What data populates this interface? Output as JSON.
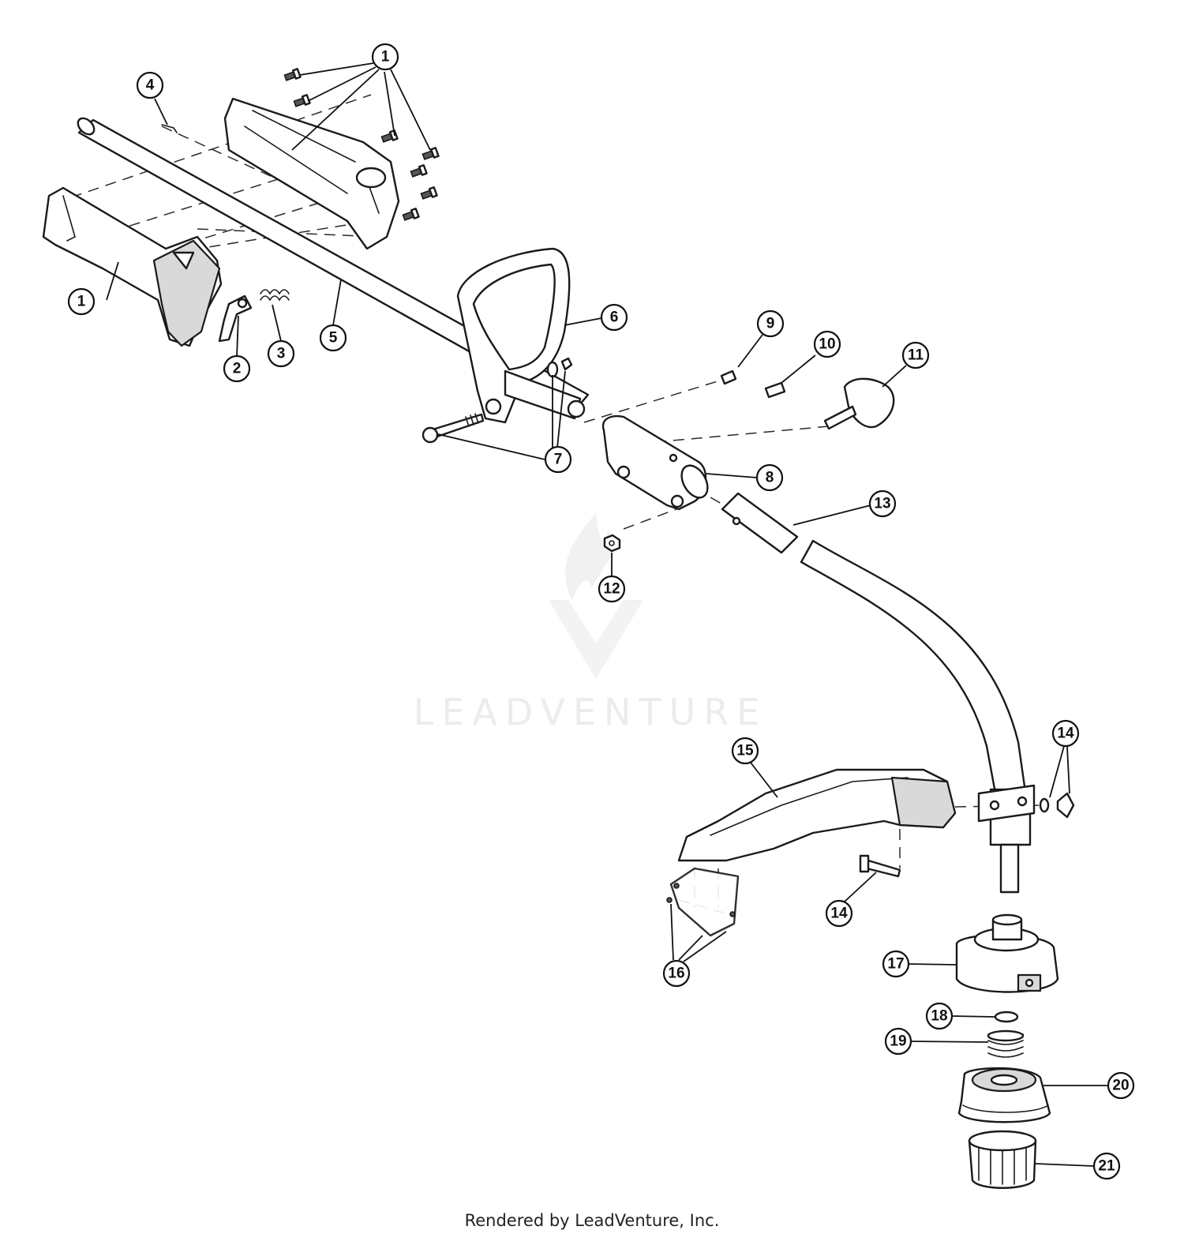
{
  "diagram": {
    "callouts": [
      {
        "id": "c1a",
        "label": "1"
      },
      {
        "id": "c1b",
        "label": "1"
      },
      {
        "id": "c2",
        "label": "2"
      },
      {
        "id": "c3",
        "label": "3"
      },
      {
        "id": "c4",
        "label": "4"
      },
      {
        "id": "c5",
        "label": "5"
      },
      {
        "id": "c6",
        "label": "6"
      },
      {
        "id": "c7",
        "label": "7"
      },
      {
        "id": "c8",
        "label": "8"
      },
      {
        "id": "c9",
        "label": "9"
      },
      {
        "id": "c10",
        "label": "10"
      },
      {
        "id": "c11",
        "label": "11"
      },
      {
        "id": "c12",
        "label": "12"
      },
      {
        "id": "c13",
        "label": "13"
      },
      {
        "id": "c14a",
        "label": "14"
      },
      {
        "id": "c14b",
        "label": "14"
      },
      {
        "id": "c15",
        "label": "15"
      },
      {
        "id": "c16",
        "label": "16"
      },
      {
        "id": "c17",
        "label": "17"
      },
      {
        "id": "c18",
        "label": "18"
      },
      {
        "id": "c19",
        "label": "19"
      },
      {
        "id": "c20",
        "label": "20"
      },
      {
        "id": "c21",
        "label": "21"
      }
    ]
  },
  "watermark": {
    "text": "LEADVENTURE"
  },
  "footer": {
    "text": "Rendered by LeadVenture, Inc."
  }
}
